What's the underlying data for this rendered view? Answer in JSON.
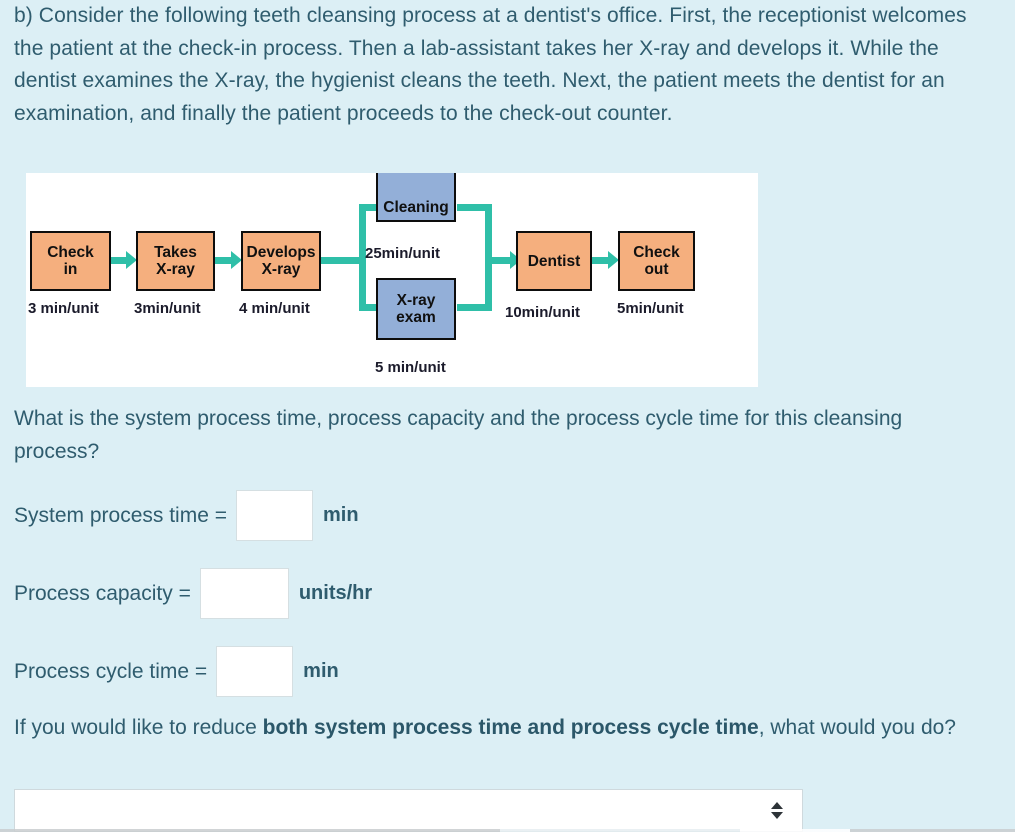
{
  "intro": {
    "text": "b) Consider the following teeth cleansing process at a dentist's office. First, the receptionist welcomes the patient at the check-in process. Then a lab-assistant takes her X-ray and develops it. While the dentist examines the X-ray, the hygienist cleans the teeth. Next, the patient meets the dentist for an examination, and finally the patient proceeds to the check-out counter."
  },
  "diagram": {
    "nodes": [
      {
        "id": "check-in",
        "label": "Check\nin",
        "color": "orange",
        "time": "3 min/unit"
      },
      {
        "id": "takes-xray",
        "label": "Takes\nX-ray",
        "color": "orange",
        "time": "3min/unit"
      },
      {
        "id": "develops-xray",
        "label": "Develops\nX-ray",
        "color": "orange",
        "time": "4 min/unit"
      },
      {
        "id": "cleaning",
        "label": "Cleaning",
        "color": "blue",
        "time": "25min/unit"
      },
      {
        "id": "xray-exam",
        "label": "X-ray\nexam",
        "color": "blue",
        "time": "5 min/unit"
      },
      {
        "id": "dentist",
        "label": "Dentist",
        "color": "orange",
        "time": "10min/unit"
      },
      {
        "id": "check-out",
        "label": "Check\nout",
        "color": "orange",
        "time": "5min/unit"
      }
    ],
    "accent_color": "#2fbfa8",
    "orange_color": "#f5af7e",
    "blue_color": "#93afd8"
  },
  "question": {
    "prompt": "What is the system process time, process capacity and the process cycle time for this cleansing process?",
    "fields": [
      {
        "label": "System process time =",
        "value": "",
        "unit": "min"
      },
      {
        "label": "Process capacity =",
        "value": "",
        "unit": "units/hr"
      },
      {
        "label": "Process cycle time =",
        "value": "",
        "unit": "min"
      }
    ]
  },
  "followup": {
    "prefix": "If you would like to reduce ",
    "emphasis": "both system process time and process cycle time",
    "suffix": ", what would you do?",
    "select_value": ""
  }
}
